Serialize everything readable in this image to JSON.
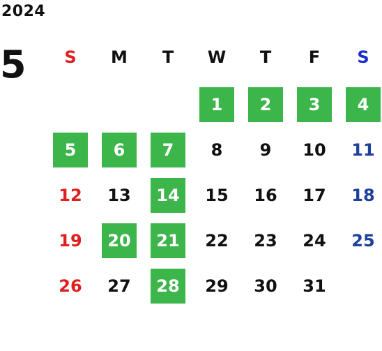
{
  "calendar": {
    "year": "2024",
    "month": "5",
    "weekdays": [
      {
        "label": "S",
        "color": "#e02020"
      },
      {
        "label": "M",
        "color": "#111111"
      },
      {
        "label": "T",
        "color": "#111111"
      },
      {
        "label": "W",
        "color": "#111111"
      },
      {
        "label": "T",
        "color": "#111111"
      },
      {
        "label": "F",
        "color": "#111111"
      },
      {
        "label": "S",
        "color": "#1a2ecc"
      }
    ],
    "colors": {
      "highlight_bg": "#3cb54a",
      "highlight_text": "#ffffff",
      "sunday": "#e02020",
      "saturday": "#1e3f9a",
      "weekday": "#111111"
    },
    "first_weekday_index": 3,
    "days": [
      {
        "day": "1",
        "highlight": true
      },
      {
        "day": "2",
        "highlight": true
      },
      {
        "day": "3",
        "highlight": true
      },
      {
        "day": "4",
        "highlight": true
      },
      {
        "day": "5",
        "highlight": true
      },
      {
        "day": "6",
        "highlight": true
      },
      {
        "day": "7",
        "highlight": true
      },
      {
        "day": "8",
        "highlight": false
      },
      {
        "day": "9",
        "highlight": false
      },
      {
        "day": "10",
        "highlight": false
      },
      {
        "day": "11",
        "highlight": false
      },
      {
        "day": "12",
        "highlight": false
      },
      {
        "day": "13",
        "highlight": false
      },
      {
        "day": "14",
        "highlight": true
      },
      {
        "day": "15",
        "highlight": false
      },
      {
        "day": "16",
        "highlight": false
      },
      {
        "day": "17",
        "highlight": false
      },
      {
        "day": "18",
        "highlight": false
      },
      {
        "day": "19",
        "highlight": false
      },
      {
        "day": "20",
        "highlight": true
      },
      {
        "day": "21",
        "highlight": true
      },
      {
        "day": "22",
        "highlight": false
      },
      {
        "day": "23",
        "highlight": false
      },
      {
        "day": "24",
        "highlight": false
      },
      {
        "day": "25",
        "highlight": false
      },
      {
        "day": "26",
        "highlight": false
      },
      {
        "day": "27",
        "highlight": false
      },
      {
        "day": "28",
        "highlight": true
      },
      {
        "day": "29",
        "highlight": false
      },
      {
        "day": "30",
        "highlight": false
      },
      {
        "day": "31",
        "highlight": false
      }
    ]
  }
}
